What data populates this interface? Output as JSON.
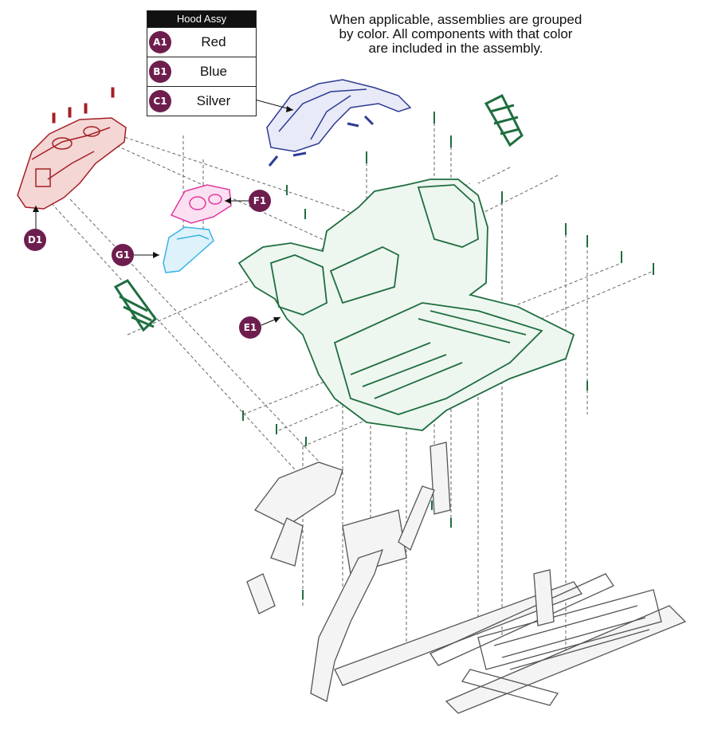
{
  "legend": {
    "title": "Hood Assy",
    "rows": [
      {
        "badge": "A1",
        "color_name": "Red"
      },
      {
        "badge": "B1",
        "color_name": "Blue"
      },
      {
        "badge": "C1",
        "color_name": "Silver"
      }
    ]
  },
  "note": {
    "lines": [
      "When applicable, assemblies are grouped",
      "by color. All components with that color",
      "are included in the assembly."
    ]
  },
  "callouts": {
    "d1": "D1",
    "e1": "E1",
    "f1": "F1",
    "g1": "G1"
  },
  "colors": {
    "badge": "#6e1e4e",
    "red_part": "#a32025",
    "blue_part": "#2e3b94",
    "green_part": "#1f6e3f",
    "magenta_part": "#e03aa0",
    "cyan_part": "#39b3e6",
    "frame": "#555555"
  }
}
